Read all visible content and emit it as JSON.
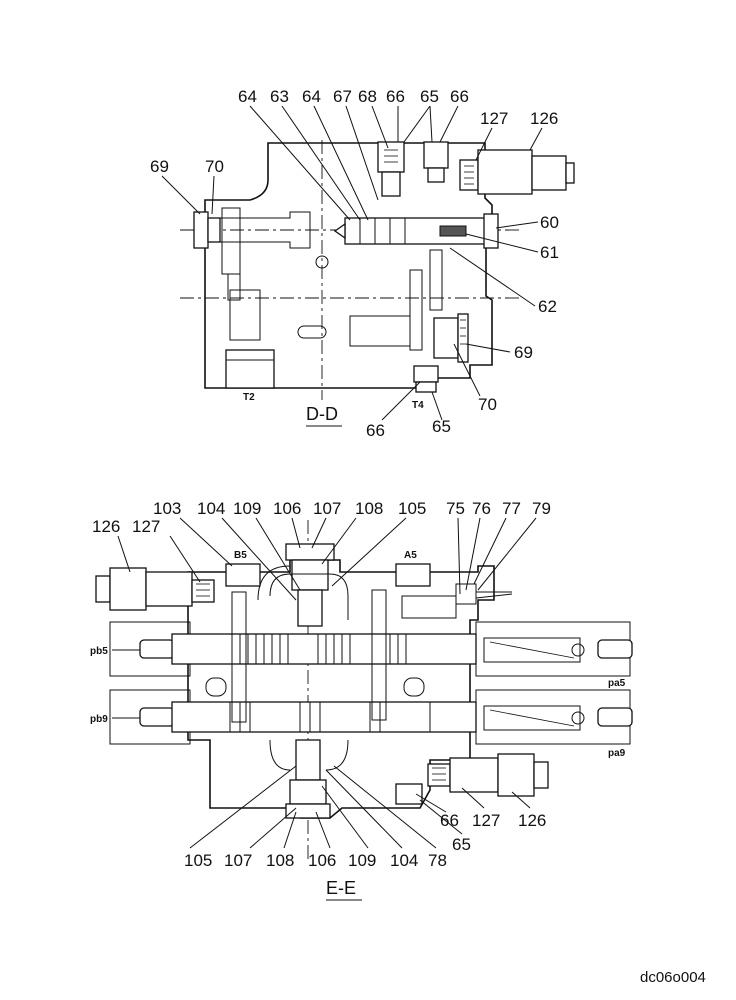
{
  "views": {
    "dd": {
      "title": "D-D",
      "ports": {
        "t2": "T2",
        "t4": "T4"
      },
      "callouts": [
        "64",
        "63",
        "64",
        "67",
        "68",
        "66",
        "65",
        "66",
        "127",
        "126",
        "69",
        "70",
        "60",
        "61",
        "62",
        "69",
        "70",
        "66",
        "65"
      ]
    },
    "ee": {
      "title": "E-E",
      "ports": {
        "b5": "B5",
        "a5": "A5",
        "pb5": "pb5",
        "pa5": "pa5",
        "pb9": "pb9",
        "pa9": "pa9"
      },
      "callouts_top": [
        "103",
        "104",
        "109",
        "106",
        "107",
        "108",
        "105",
        "75",
        "76",
        "77",
        "79",
        "126",
        "127"
      ],
      "callouts_bottom": [
        "105",
        "107",
        "108",
        "106",
        "109",
        "104",
        "78",
        "66",
        "65",
        "127",
        "126"
      ]
    }
  },
  "drawing_code": "dc06o004"
}
